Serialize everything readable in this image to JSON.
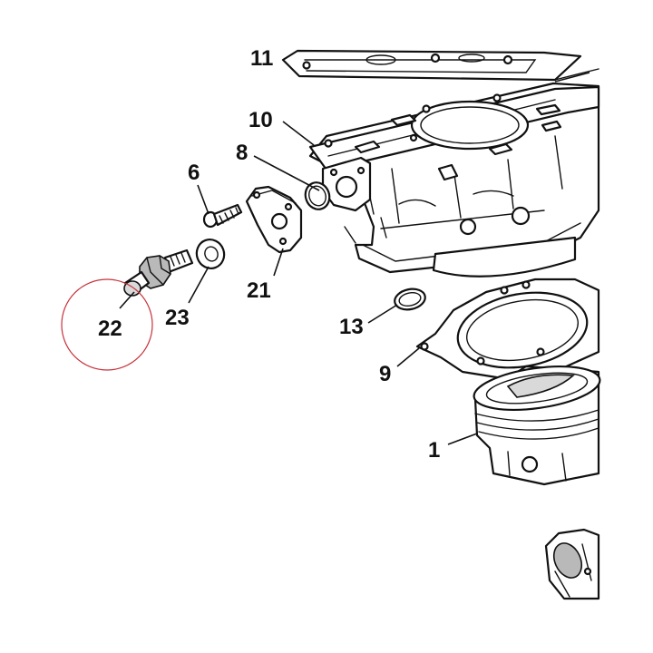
{
  "callouts": {
    "c11": "11",
    "c10": "10",
    "c8": "8",
    "c6": "6",
    "c21": "21",
    "c23": "23",
    "c22": "22",
    "c13": "13",
    "c9": "9",
    "c1": "1"
  },
  "highlight": {
    "target": "22",
    "color": "#c7323b"
  }
}
